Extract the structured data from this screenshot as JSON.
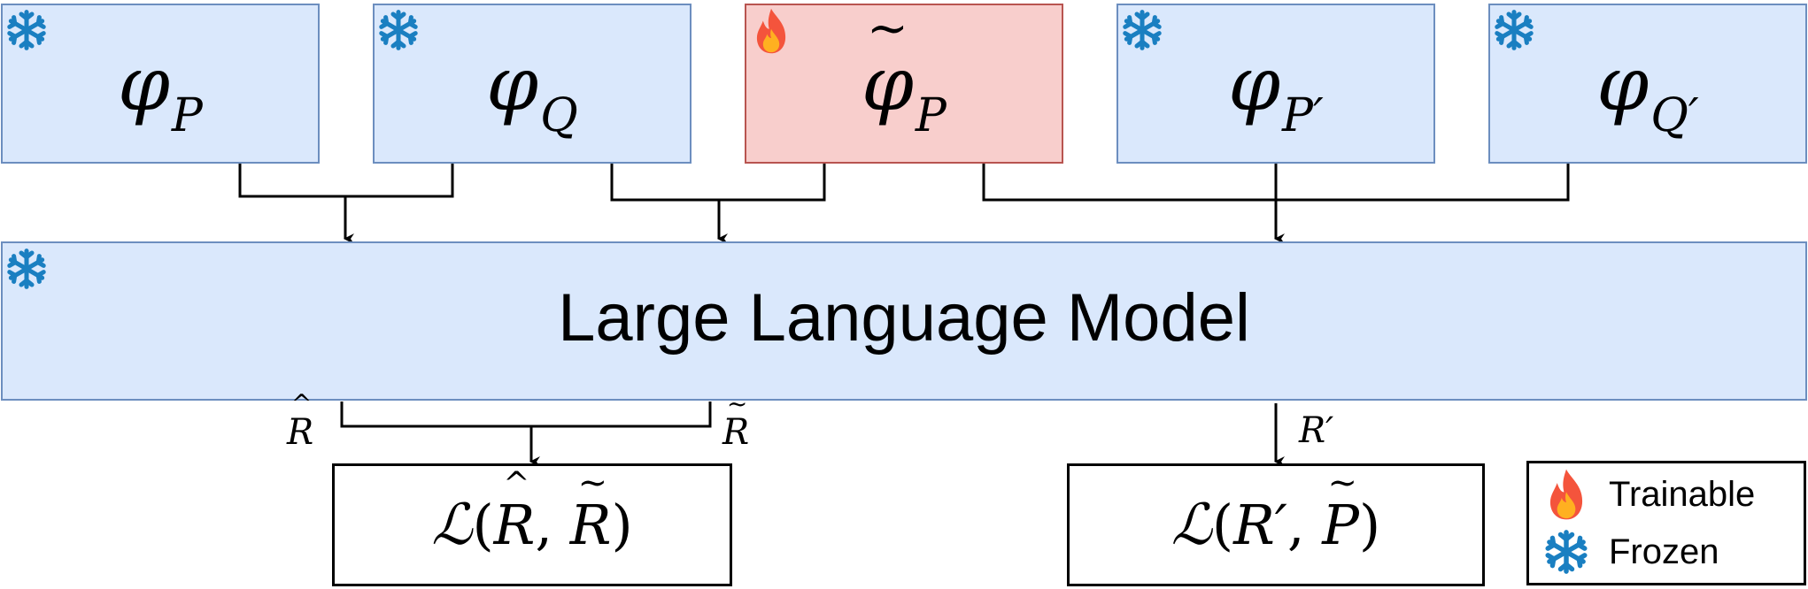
{
  "diagram": {
    "embeddings": [
      {
        "id": "phi-p",
        "symbol": "φ",
        "subscript": "P",
        "trainable": false
      },
      {
        "id": "phi-q",
        "symbol": "φ",
        "subscript": "Q",
        "trainable": false
      },
      {
        "id": "phi-tilde-p",
        "symbol": "φ",
        "subscript": "P",
        "trainable": true
      },
      {
        "id": "phi-p-prime",
        "symbol": "φ",
        "subscript": "P′",
        "trainable": false
      },
      {
        "id": "phi-q-prime",
        "symbol": "φ",
        "subscript": "Q′",
        "trainable": false
      }
    ],
    "model": {
      "label": "Large Language Model",
      "trainable": false
    },
    "outputs": {
      "r_hat": "R",
      "r_tilde": "R",
      "r_prime": "R′"
    },
    "losses": {
      "left": {
        "fn": "ℒ",
        "open": "(",
        "arg1": "R",
        "sep": ", ",
        "arg2": "R",
        "close": ")"
      },
      "right": {
        "fn": "ℒ",
        "open": "(",
        "arg1": "R′",
        "sep": ", ",
        "arg2": "P",
        "close": ")"
      }
    },
    "legend": {
      "trainable": "Trainable",
      "frozen": "Frozen"
    },
    "colors": {
      "frozen_fill": "#dae8fc",
      "frozen_stroke": "#6c8ebf",
      "trainable_fill": "#f8cecc",
      "trainable_stroke": "#b85450",
      "snowflake": "#1a7fc1",
      "flame_outer": "#f4543c",
      "flame_inner": "#ffb020"
    }
  }
}
